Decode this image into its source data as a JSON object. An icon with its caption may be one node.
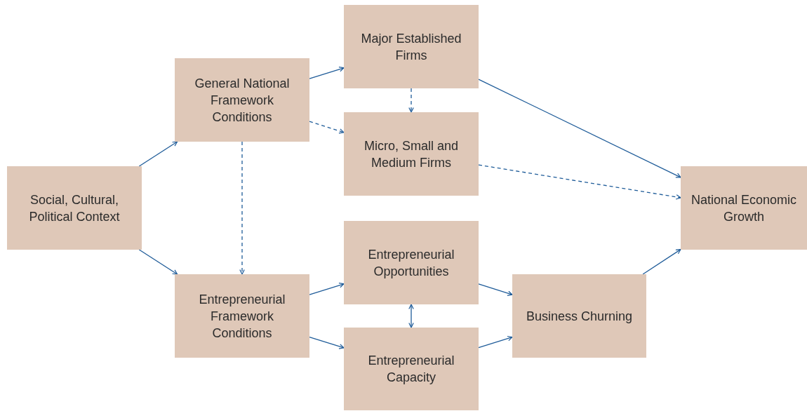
{
  "diagram": {
    "nodes": [
      {
        "text": [
          "Social, Cultural, Political Context"
        ]
      },
      {
        "text": [
          "General National Framework Conditions"
        ]
      },
      {
        "text": [
          "Entrepreneurial Framework Conditions"
        ]
      },
      {
        "text": [
          "Major Established Firms"
        ]
      },
      {
        "text": [
          "Micro, Small and Medium Firms"
        ]
      },
      {
        "text": [
          "Entrepreneurial Opportunities"
        ]
      },
      {
        "text": [
          "Entrepreneurial Capacity"
        ]
      },
      {
        "text": [
          "Business Churning"
        ]
      },
      {
        "text": [
          "National Economic Growth"
        ]
      }
    ],
    "edges": [
      {
        "from": 0,
        "to": 1,
        "arrow": "to"
      },
      {
        "from": 0,
        "to": 2,
        "arrow": "to"
      },
      {
        "from": 1,
        "to": 3,
        "arrow": "to"
      },
      {
        "from": 1,
        "to": 4,
        "arrow": "to",
        "style": "dashed"
      },
      {
        "from": 1,
        "to": 2,
        "arrow": "to",
        "style": "dashed"
      },
      {
        "from": 3,
        "to": 4,
        "arrow": "to",
        "style": "dashed"
      },
      {
        "from": 3,
        "to": 8,
        "arrow": "to"
      },
      {
        "from": 4,
        "to": 8,
        "arrow": "to",
        "style": "dashed"
      },
      {
        "from": 2,
        "to": 5,
        "arrow": "to"
      },
      {
        "from": 2,
        "to": 6,
        "arrow": "to"
      },
      {
        "from": 5,
        "to": 6,
        "arrow": "both"
      },
      {
        "from": 5,
        "to": 7,
        "arrow": "to"
      },
      {
        "from": 6,
        "to": 7,
        "arrow": "to"
      },
      {
        "from": 7,
        "to": 8,
        "arrow": "to"
      }
    ]
  }
}
